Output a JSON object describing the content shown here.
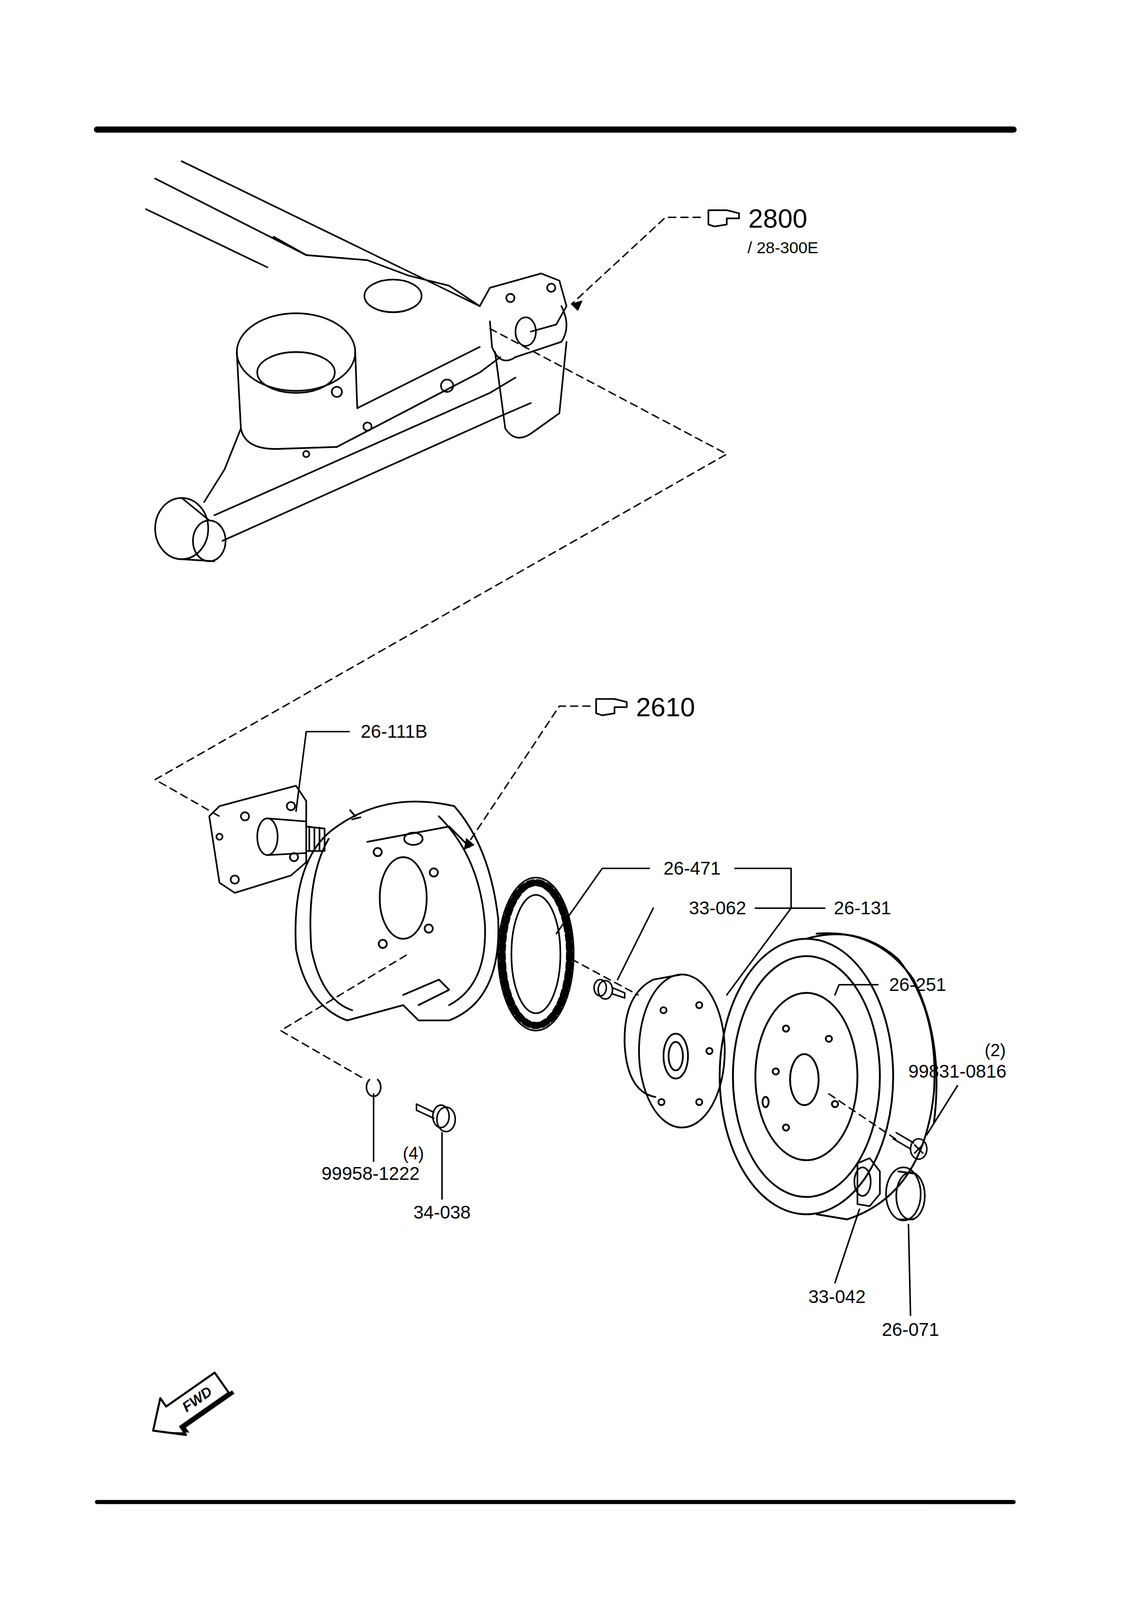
{
  "diagram": {
    "labels": [
      "2800",
      "/ 28-300E",
      "2610",
      "26-111B",
      "26-471",
      "33-062",
      "26-131",
      "26-251",
      "(2)",
      "99831-0816",
      "(4)",
      "99958-1222",
      "34-038",
      "33-042",
      "26-071",
      "FWD"
    ]
  }
}
